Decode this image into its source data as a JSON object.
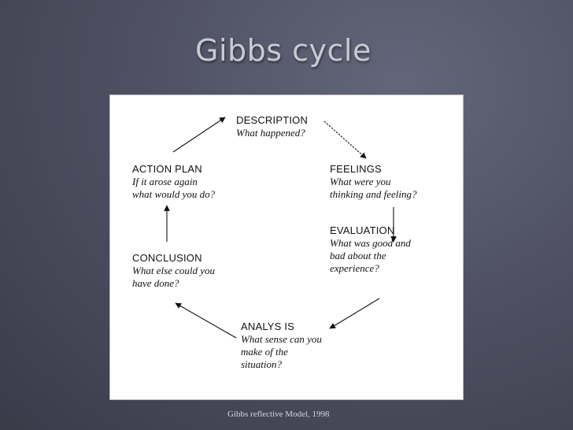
{
  "slide": {
    "title": "Gibbs cycle",
    "caption": "Gibbs reflective Model, 1998"
  },
  "diagram": {
    "nodes": [
      {
        "name": "DESCRIPTION",
        "question": [
          "What happened?"
        ]
      },
      {
        "name": "FEELINGS",
        "question": [
          "What were you",
          "thinking and feeling?"
        ]
      },
      {
        "name": "EVALUATION",
        "question": [
          "What was good and",
          "bad about the",
          "experience?"
        ]
      },
      {
        "name": "ANALYS IS",
        "question": [
          "What sense can you",
          "make of the",
          "situation?"
        ]
      },
      {
        "name": "CONCLUSION",
        "question": [
          "What else could you",
          "have done?"
        ]
      },
      {
        "name": "ACTION PLAN",
        "question": [
          "If it arose again",
          "what would you do?"
        ]
      }
    ]
  }
}
